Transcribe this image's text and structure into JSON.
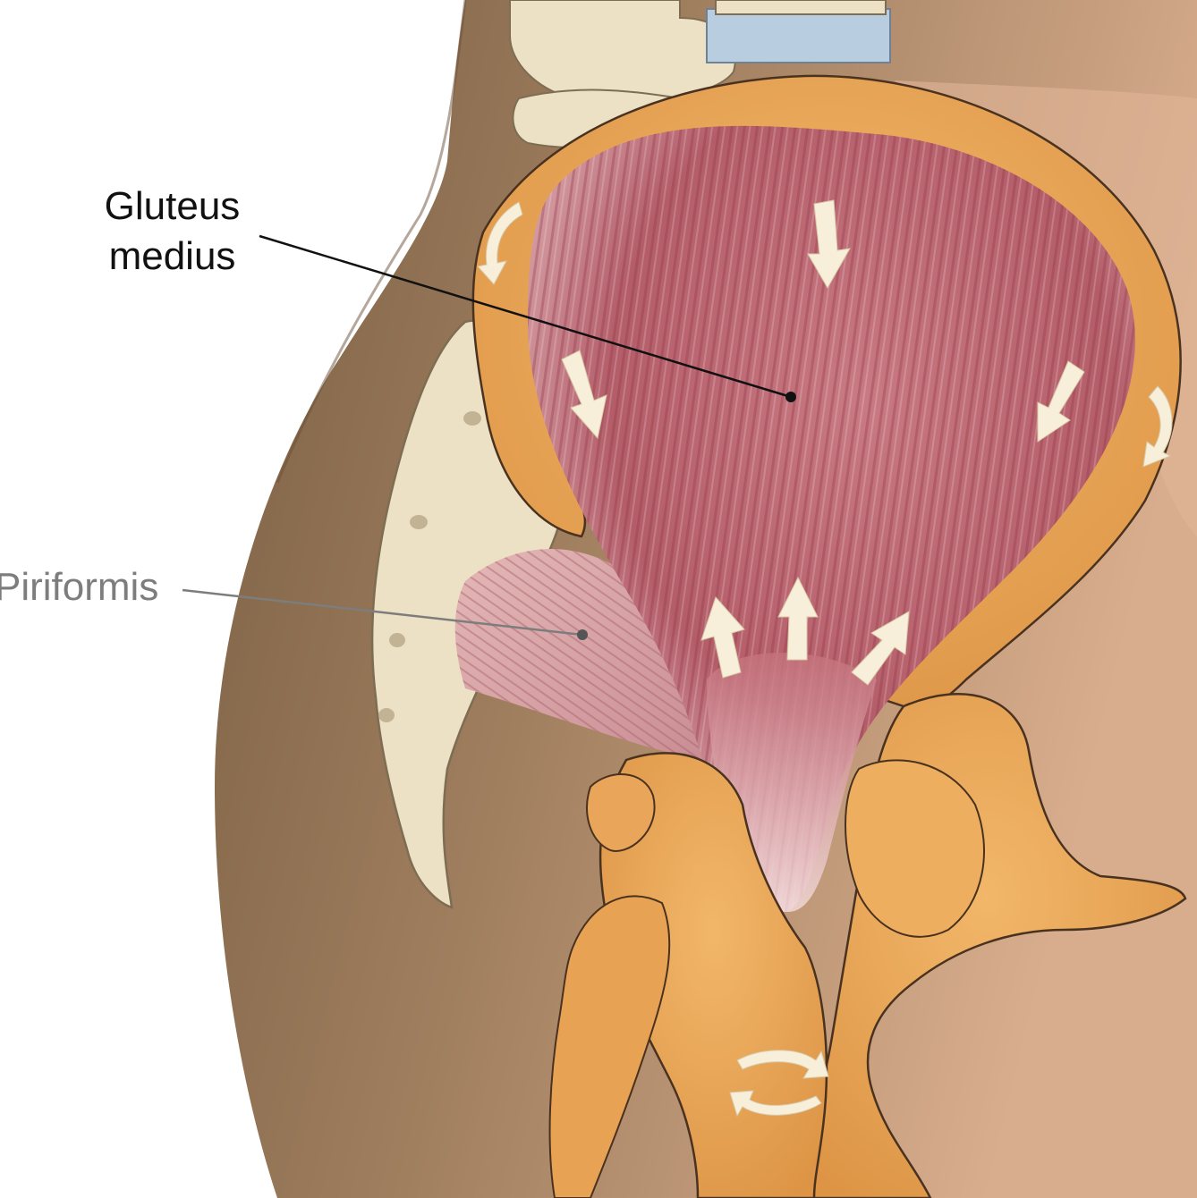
{
  "labels": {
    "gluteus_medius": {
      "line1": "Gluteus",
      "line2": "medius"
    },
    "piriformis": "Piriformis"
  },
  "colors": {
    "background": "#ffffff",
    "skin_dark": "#8a6c4f",
    "skin_light": "#d9ae8f",
    "bone": "#e8a85a",
    "sacrum_bone": "#ece1c4",
    "muscle": "#b65663",
    "piriformis_muscle": "#d8a3a5",
    "arrow": "#f7efd9",
    "leader_gluteus": "#111111",
    "leader_piriformis": "#7d7d7d"
  }
}
